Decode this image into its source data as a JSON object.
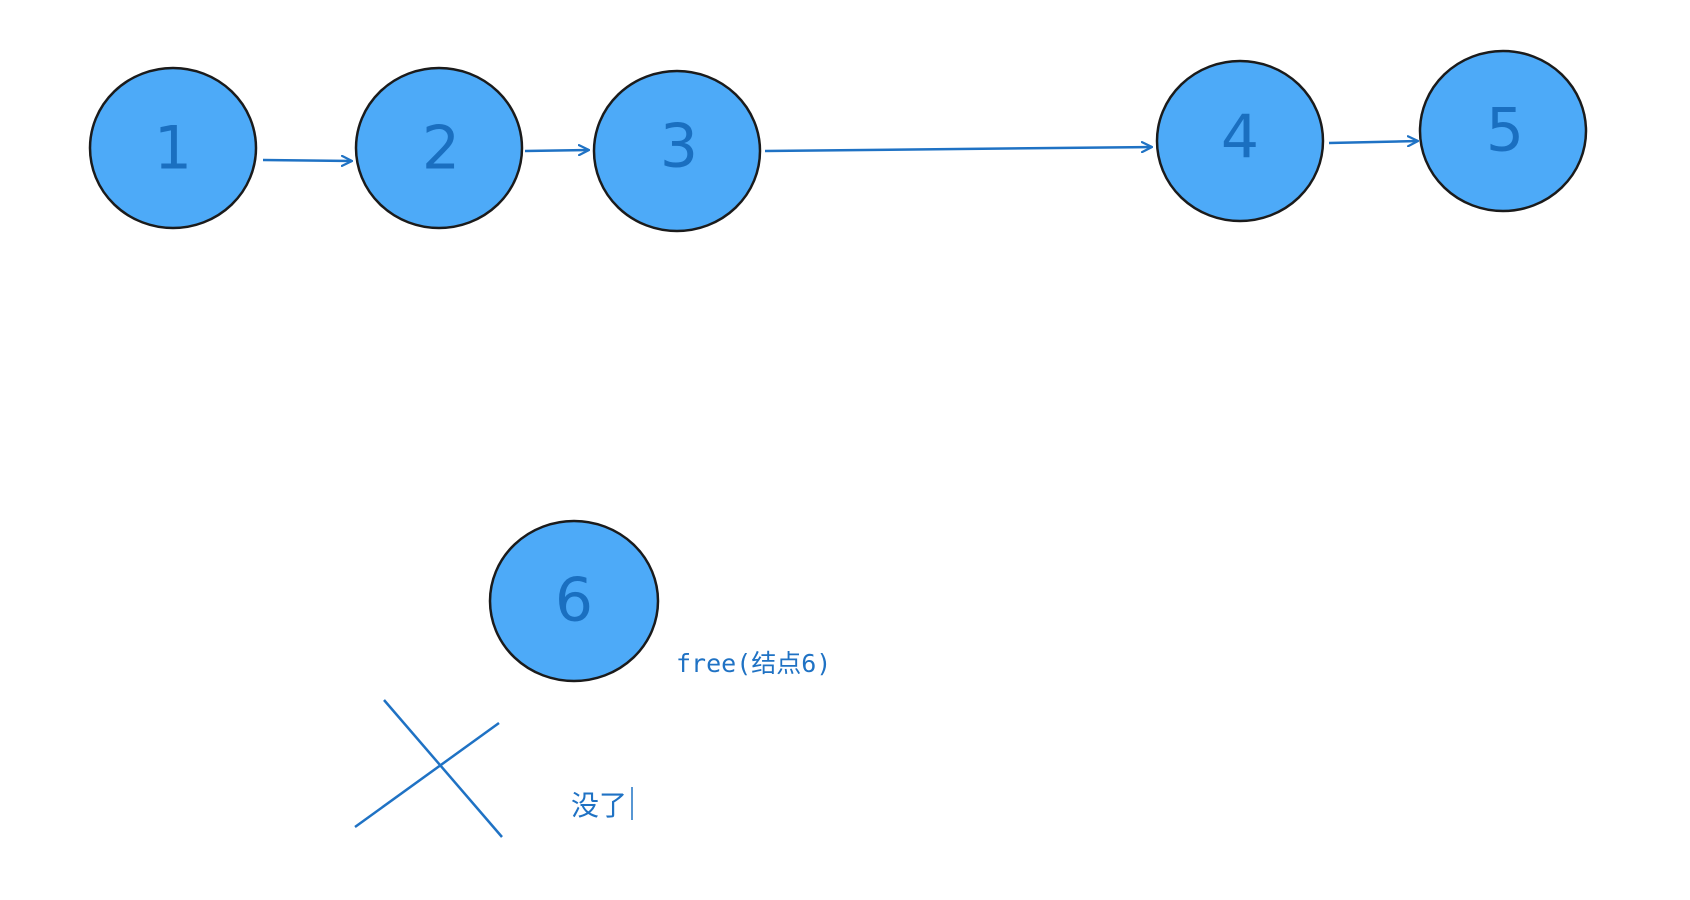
{
  "colors": {
    "node_fill": "#4DAAF8",
    "node_stroke": "#1B1B1B",
    "label": "#1A6FC0",
    "edge": "#1F72C4",
    "background": "#FFFFFF"
  },
  "nodes": [
    {
      "id": "n1",
      "label": "1"
    },
    {
      "id": "n2",
      "label": "2"
    },
    {
      "id": "n3",
      "label": "3"
    },
    {
      "id": "n4",
      "label": "4"
    },
    {
      "id": "n5",
      "label": "5"
    },
    {
      "id": "n6",
      "label": "6"
    }
  ],
  "edges": [
    {
      "from": "n1",
      "to": "n2"
    },
    {
      "from": "n2",
      "to": "n3"
    },
    {
      "from": "n3",
      "to": "n4"
    },
    {
      "from": "n4",
      "to": "n5"
    }
  ],
  "annotations": {
    "free_call": "free(结点6)",
    "gone_note": "没了"
  }
}
